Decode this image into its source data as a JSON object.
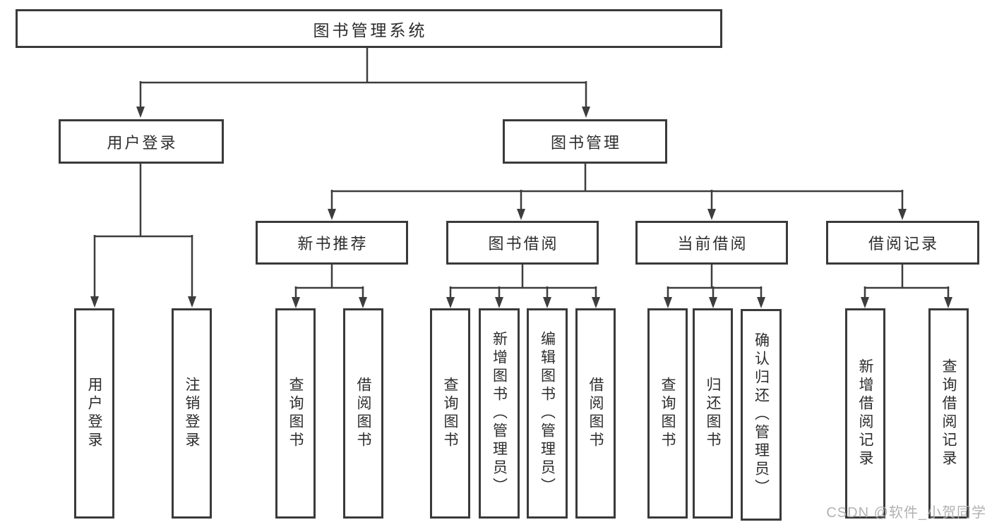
{
  "colors": {
    "line": "#3d3d3d",
    "border": "#3a3a3a",
    "text": "#2d2d2d",
    "watermark": "#aeaeae",
    "bg": "#ffffff"
  },
  "tree": {
    "root": {
      "label": "图书管理系统"
    },
    "branches": [
      {
        "label": "用户登录",
        "children": [
          {
            "label": "用户登录"
          },
          {
            "label": "注销登录"
          }
        ]
      },
      {
        "label": "图书管理",
        "groups": [
          {
            "label": "新书推荐",
            "children": [
              {
                "label": "查询图书"
              },
              {
                "label": "借阅图书"
              }
            ]
          },
          {
            "label": "图书借阅",
            "children": [
              {
                "label": "查询图书"
              },
              {
                "label": "新增图书（管理员）"
              },
              {
                "label": "编辑图书（管理员）"
              },
              {
                "label": "借阅图书"
              }
            ]
          },
          {
            "label": "当前借阅",
            "children": [
              {
                "label": "查询图书"
              },
              {
                "label": "归还图书"
              },
              {
                "label": "确认归还（管理员）"
              }
            ]
          },
          {
            "label": "借阅记录",
            "children": [
              {
                "label": "新增借阅记录"
              },
              {
                "label": "查询借阅记录"
              }
            ]
          }
        ]
      }
    ]
  },
  "watermark": {
    "text": "CSDN @软件_小贺同学"
  }
}
